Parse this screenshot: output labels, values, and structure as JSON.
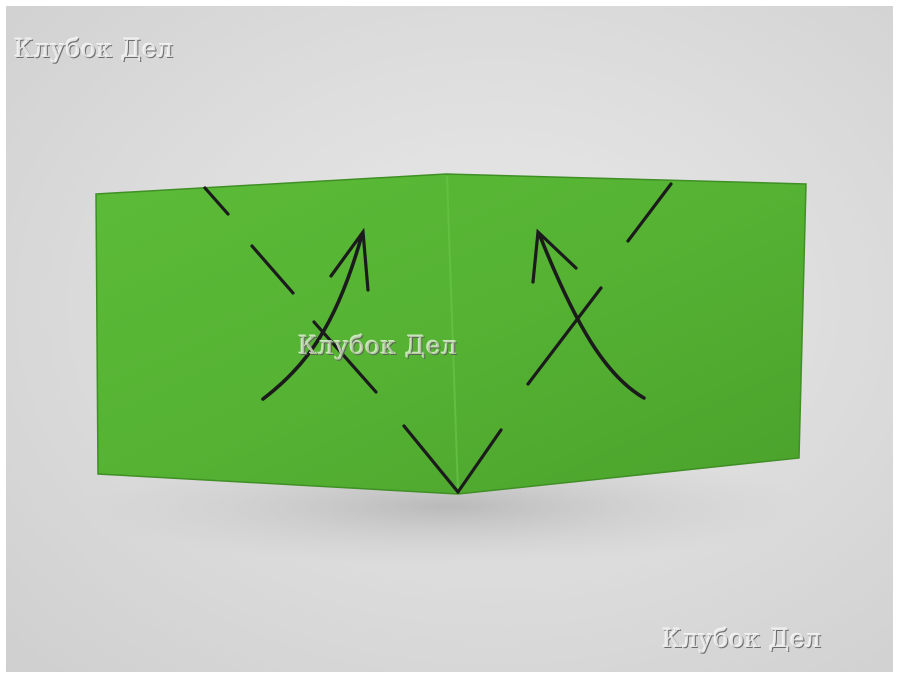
{
  "image": {
    "subject": "green-paper-origami-fold",
    "colors": {
      "paper": "#58b535",
      "paper_dark": "#4aa02b",
      "marker": "#1b1b1b",
      "background": "#dcdcdc"
    }
  },
  "watermarks": {
    "top_left": "Клубок Дел",
    "center": "Клубок Дел",
    "bottom_right": "Клубок Дел"
  }
}
